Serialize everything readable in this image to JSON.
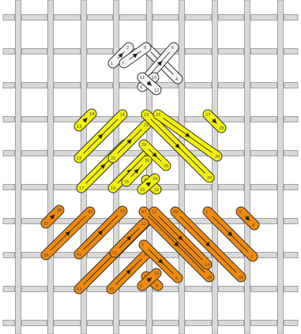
{
  "diagram": {
    "subject": "Embroidery stitch diagram on canvas grid",
    "colors": {
      "canvas_background": "#ffffff",
      "grid_thread": "#d9d9d9",
      "grid_thread_edge": "#8f8f8f",
      "white_thread": "#f4f4f4",
      "yellow_thread": "#f2f20a",
      "orange_thread": "#f08a0c",
      "outline": "#333333",
      "arrow": "#222222"
    },
    "thread_groups": [
      {
        "name": "white",
        "stitches": 6
      },
      {
        "name": "yellow",
        "stitches": 12
      },
      {
        "name": "orange",
        "stitches": 14
      }
    ],
    "stitch_numbers": [
      "1",
      "2",
      "3",
      "4",
      "5",
      "6",
      "7",
      "8",
      "9",
      "10",
      "11",
      "12",
      "13",
      "14",
      "15",
      "16",
      "17",
      "18",
      "19",
      "20",
      "21",
      "22",
      "23",
      "24",
      "25",
      "26",
      "27",
      "28",
      "29",
      "30",
      "31",
      "32",
      "33",
      "34",
      "35",
      "36",
      "37",
      "38",
      "39",
      "40",
      "41",
      "42",
      "43",
      "44",
      "45",
      "46",
      "47",
      "48",
      "49",
      "50"
    ]
  }
}
